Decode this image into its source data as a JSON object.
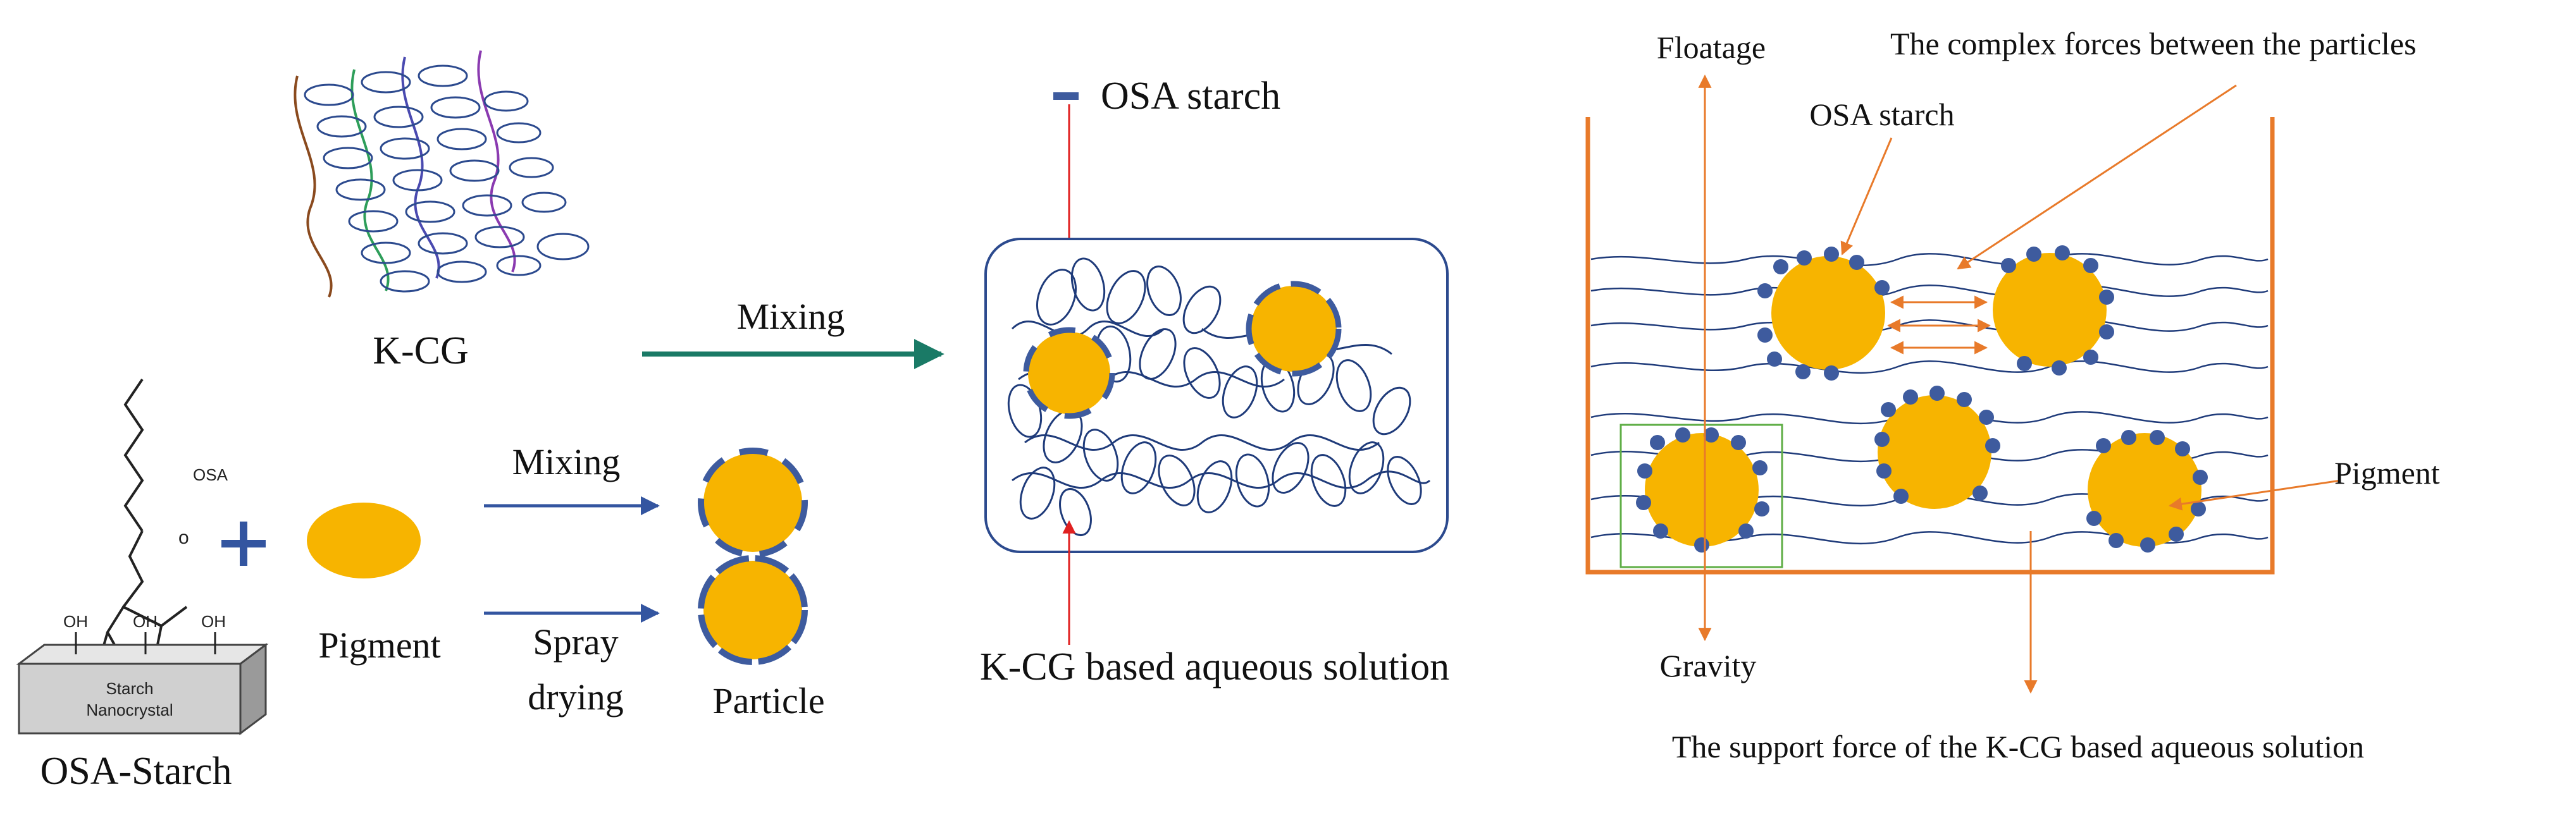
{
  "labels": {
    "kcg": "K-CG",
    "osa_small": "OSA",
    "oh": "OH",
    "starch_nanocrystal_line1": "Starch",
    "starch_nanocrystal_line2": "Nanocrystal",
    "osa_starch_left": "OSA-Starch",
    "pigment_left": "Pigment",
    "mixing_top": "Mixing",
    "mixing_bottom": "Mixing",
    "spray_line1": "Spray",
    "spray_line2": "drying",
    "particle": "Particle",
    "osa_starch_legend": "OSA starch",
    "kcg_solution": "K-CG based aqueous solution",
    "floatage": "Floatage",
    "complex_forces": "The complex forces between the particles",
    "osa_starch_right": "OSA starch",
    "pigment_right": "Pigment",
    "gravity": "Gravity",
    "support_force": "The support force of the K-CG based aqueous solution"
  },
  "colors": {
    "pigment": "#f7b400",
    "osa_blue": "#3e5b9e",
    "arrow_green": "#1a7a66",
    "arrow_blue": "#3355a0",
    "red": "#e02020",
    "orange": "#e87a2a",
    "box_green": "#5fae46",
    "chain_navy": "#1f3b7a"
  }
}
